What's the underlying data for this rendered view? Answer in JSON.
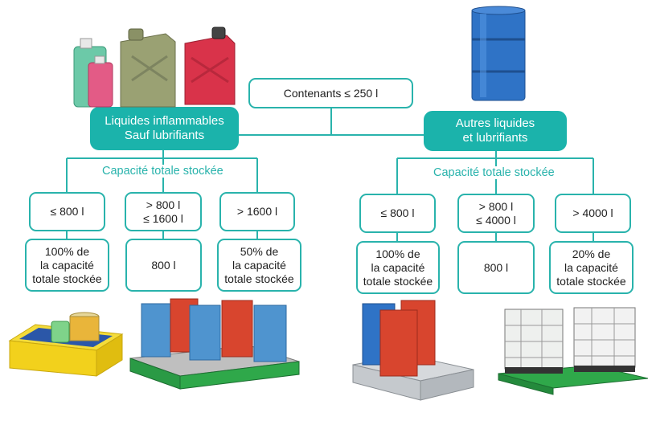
{
  "colors": {
    "accent": "#1bb3ab",
    "line": "#29b3ac",
    "green_tray": "#2fa84a",
    "blue_drum": "#2f73c6",
    "red_drum": "#d8452e",
    "yellow_tray": "#f2d11c"
  },
  "root": {
    "label": "Contenants ≤ 250 l"
  },
  "left": {
    "header": "Liquides inflammables\nSauf lubrifiants",
    "section_label": "Capacité totale stockée",
    "tiers": [
      {
        "condition": "≤ 800 l",
        "requirement": "100% de\nla capacité\ntotale stockée"
      },
      {
        "condition": "> 800 l\n≤ 1600 l",
        "requirement": "800 l"
      },
      {
        "condition": "> 1600 l",
        "requirement": "50% de\nla capacité\ntotale stockée"
      }
    ]
  },
  "right": {
    "header": "Autres liquides\net lubrifiants",
    "section_label": "Capacité totale stockée",
    "tiers": [
      {
        "condition": "≤ 800 l",
        "requirement": "100% de\nla capacité\ntotale stockée"
      },
      {
        "condition": "> 800 l\n≤ 4000 l",
        "requirement": "800 l"
      },
      {
        "condition": "> 4000 l",
        "requirement": "20% de\nla capacité\ntotale stockée"
      }
    ]
  },
  "illustrations": [
    {
      "name": "jerrycans-illustration",
      "icon": "jerrycan-icon"
    },
    {
      "name": "blue-drum-illustration",
      "icon": "drum-icon"
    },
    {
      "name": "yellow-retention-tray-illustration",
      "icon": "tray-icon"
    },
    {
      "name": "green-drum-retention-tray-illustration",
      "icon": "tray-icon"
    },
    {
      "name": "galvanized-drum-retention-tray-illustration",
      "icon": "tray-icon"
    },
    {
      "name": "ibc-retention-tray-illustration",
      "icon": "ibc-icon"
    }
  ]
}
